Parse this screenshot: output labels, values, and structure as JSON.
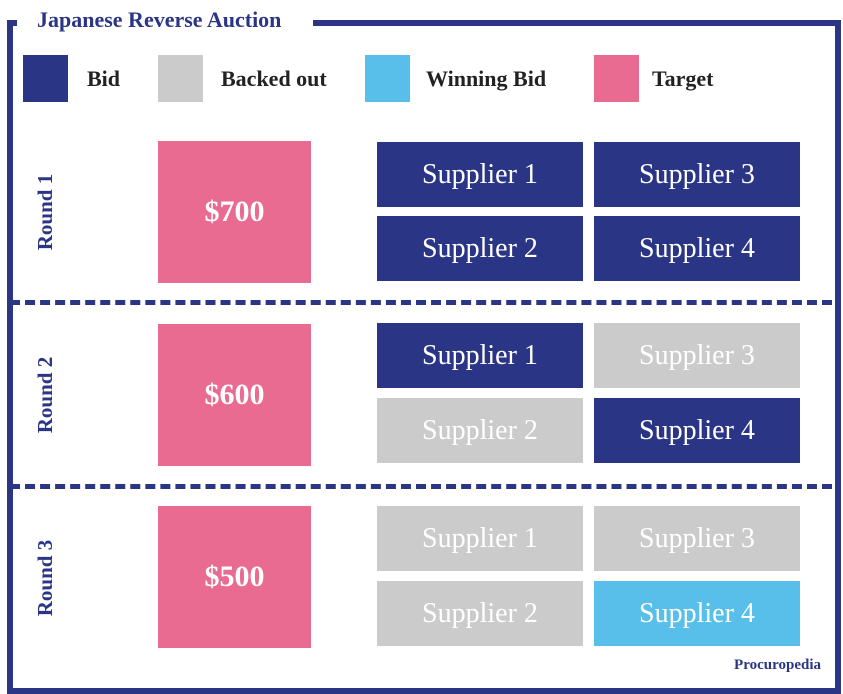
{
  "title": "Japanese Reverse Auction",
  "legend": [
    {
      "key": "bid",
      "label": "Bid",
      "color": "#2b3585"
    },
    {
      "key": "backed_out",
      "label": "Backed out",
      "color": "#cbcbcb"
    },
    {
      "key": "winning_bid",
      "label": "Winning Bid",
      "color": "#57bfe9"
    },
    {
      "key": "target",
      "label": "Target",
      "color": "#e96b91"
    }
  ],
  "rounds": [
    {
      "label": "Round 1",
      "target": "$700",
      "suppliers": [
        {
          "name": "Supplier 1",
          "status": "bid"
        },
        {
          "name": "Supplier 3",
          "status": "bid"
        },
        {
          "name": "Supplier 2",
          "status": "bid"
        },
        {
          "name": "Supplier 4",
          "status": "bid"
        }
      ]
    },
    {
      "label": "Round 2",
      "target": "$600",
      "suppliers": [
        {
          "name": "Supplier 1",
          "status": "bid"
        },
        {
          "name": "Supplier 3",
          "status": "backed_out"
        },
        {
          "name": "Supplier 2",
          "status": "backed_out"
        },
        {
          "name": "Supplier 4",
          "status": "bid"
        }
      ]
    },
    {
      "label": "Round 3",
      "target": "$500",
      "suppliers": [
        {
          "name": "Supplier 1",
          "status": "backed_out"
        },
        {
          "name": "Supplier 3",
          "status": "backed_out"
        },
        {
          "name": "Supplier 2",
          "status": "backed_out"
        },
        {
          "name": "Supplier 4",
          "status": "winning_bid"
        }
      ]
    }
  ],
  "credit": "Procuropedia"
}
